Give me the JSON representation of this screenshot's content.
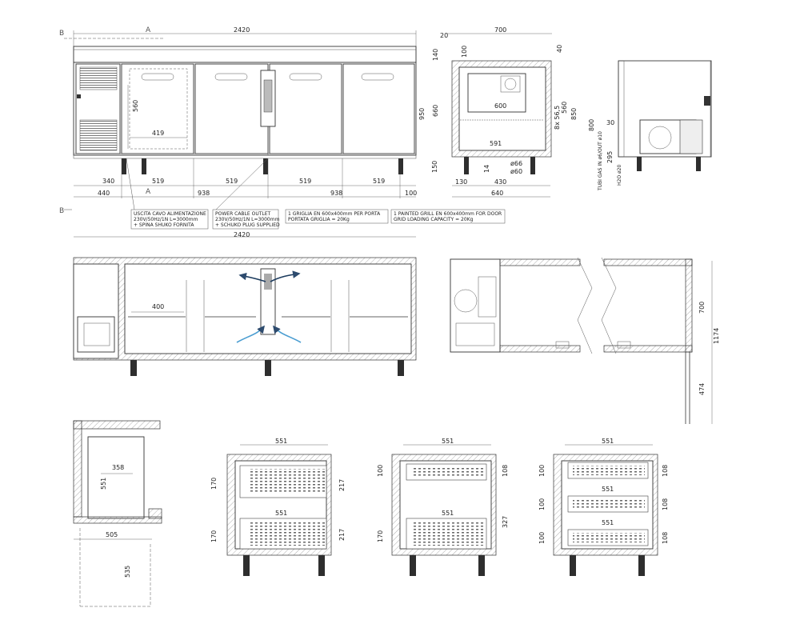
{
  "section_marks": {
    "b": "B",
    "a": "A"
  },
  "front_view": {
    "overall_width": "2420",
    "dims_top": [
      "560",
      "419"
    ],
    "dims_row1": [
      "340",
      "519",
      "519",
      "519",
      "519"
    ],
    "dims_row2": [
      "440",
      "938",
      "938",
      "100"
    ]
  },
  "notes": [
    {
      "lines": [
        "USCITA CAVO ALIMENTAZIONE",
        "230V/50Hz/1N L=3000mm",
        "+ SPINA SHUKO FORNITA"
      ]
    },
    {
      "lines": [
        "POWER CABLE OUTLET",
        "230V/50Hz/1N L=3000mm",
        "+ SCHUKO PLUG SUPPLIED"
      ]
    },
    {
      "lines": [
        "1 GRIGLIA EN 600x400mm PER PORTA",
        "PORTATA GRIGLIA = 20Kg"
      ]
    },
    {
      "lines": [
        "1 PAINTED GRILL EN 600x400mm FOR DOOR",
        "GRID LOADING CAPACITY = 20Kg"
      ]
    }
  ],
  "side_view": {
    "dims": {
      "width": "700",
      "top_left": "20",
      "top_offset": "100",
      "d140": "140",
      "d40": "40",
      "d950": "950",
      "d660": "660",
      "d600": "600",
      "d560": "560",
      "d850": "850",
      "pitch": "8x 56,5",
      "d591": "591",
      "d150": "150",
      "d14": "14",
      "phi66": "ø66",
      "phi60": "ø60",
      "d130": "130",
      "d430": "430",
      "d640": "640"
    }
  },
  "compressor_view": {
    "labels": {
      "d800": "800",
      "d30": "30",
      "d295": "295",
      "tubes": "TUBI GAS IN ø6/OUT ø10",
      "h2o": "H2O ø20"
    }
  },
  "plan_view": {
    "overall_width": "2420",
    "shelf_dim": "400"
  },
  "plan_side": {
    "d700": "700",
    "d1174": "1174",
    "d474": "474"
  },
  "door_detail": {
    "d358": "358",
    "d551": "551",
    "d505": "505",
    "d535": "535"
  },
  "drawer_views": [
    {
      "top": "551",
      "mid": "551",
      "left": [
        "170",
        "170"
      ],
      "right": [
        "217",
        "217"
      ]
    },
    {
      "top": "551",
      "mid": "551",
      "left": [
        "100",
        "170"
      ],
      "right": [
        "108",
        "327"
      ]
    },
    {
      "top": "551",
      "mid1": "551",
      "mid2": "551",
      "left": [
        "100",
        "100",
        "100"
      ],
      "right": [
        "108",
        "108",
        "108"
      ]
    }
  ]
}
